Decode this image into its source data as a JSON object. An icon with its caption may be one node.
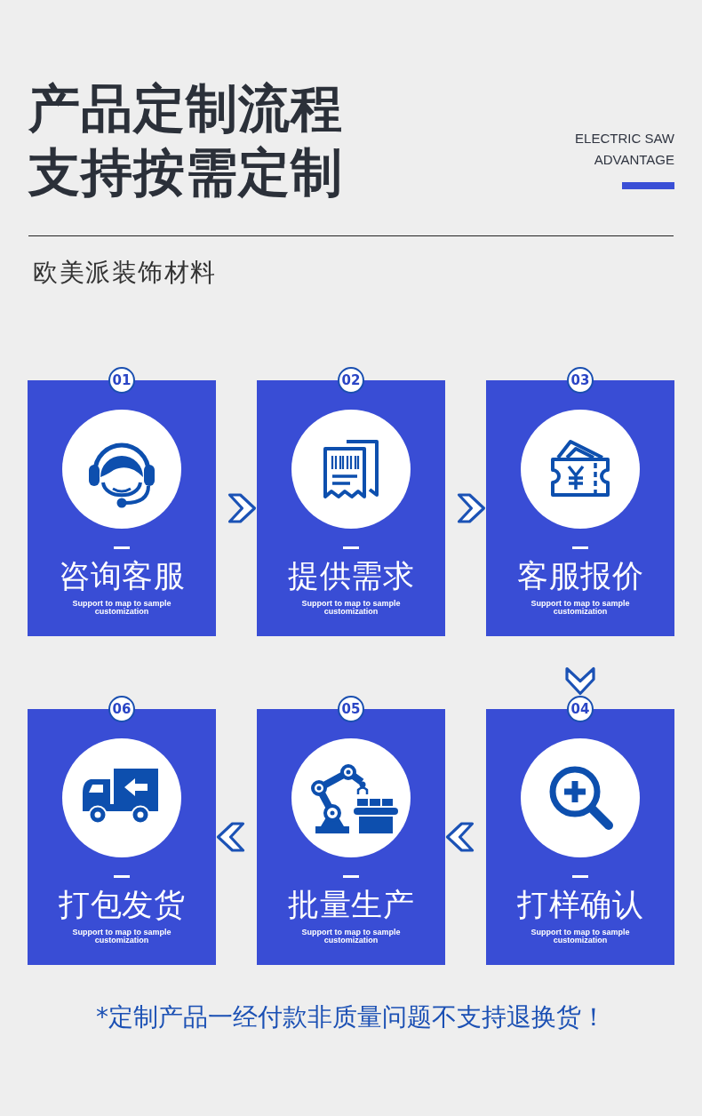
{
  "diagram": {
    "title": "产品定制流程支持按需定制",
    "nodes": [
      {
        "text": [
          "01",
          "咨询客服",
          "Support to map to sample customization"
        ]
      },
      {
        "text": [
          "02",
          "提供需求",
          "Support to map to sample customization"
        ]
      },
      {
        "text": [
          "03",
          "客服报价",
          "Support to map to sample customization"
        ]
      },
      {
        "text": [
          "04",
          "打样确认",
          "Support to map to sample customization"
        ]
      },
      {
        "text": [
          "05",
          "批量生产",
          "Support to map to sample customization"
        ]
      },
      {
        "text": [
          "06",
          "打包发货",
          "Support to map to sample customization"
        ]
      }
    ],
    "edges": [
      {
        "from": 0,
        "to": 1,
        "arrow": "to"
      },
      {
        "from": 1,
        "to": 2,
        "arrow": "to"
      },
      {
        "from": 2,
        "to": 3,
        "arrow": "to"
      },
      {
        "from": 3,
        "to": 4,
        "arrow": "to"
      },
      {
        "from": 4,
        "to": 5,
        "arrow": "to"
      }
    ],
    "labels": [
      "ELECTRIC SAW ADVANTAGE",
      "欧美派装饰材料",
      "*定制产品一经付款非质量问题不支持退换货！"
    ]
  }
}
